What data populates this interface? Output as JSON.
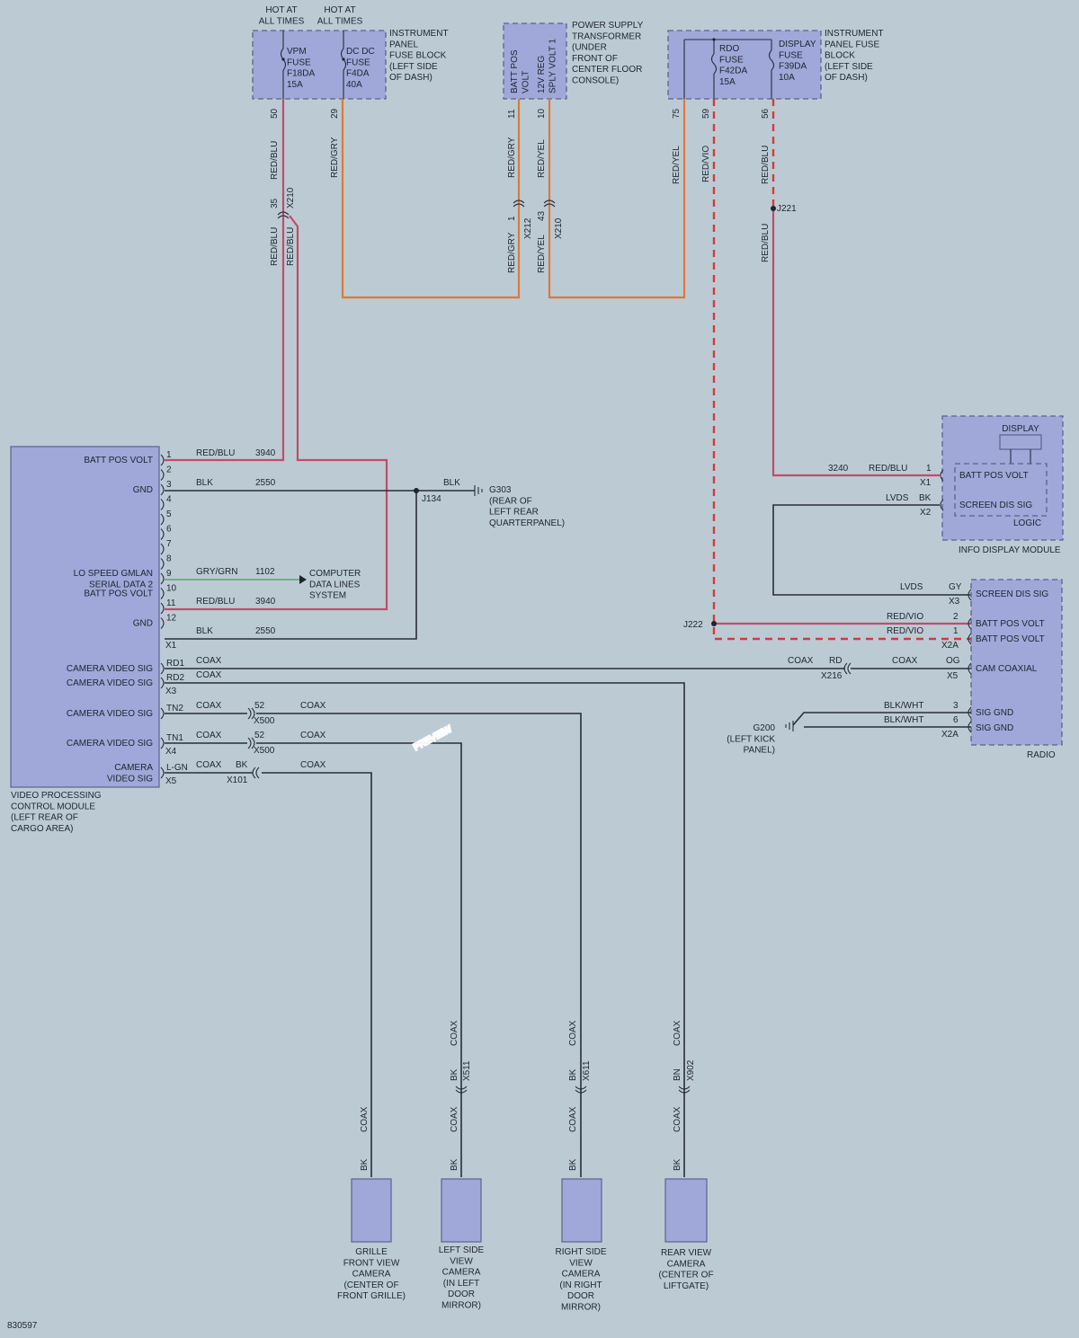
{
  "hot_label": "HOT AT\nALL TIMES",
  "ip_fuse_block": {
    "label": "INSTRUMENT\nPANEL\nFUSE BLOCK\n(LEFT SIDE\nOF DASH)",
    "fuse1": "VPM\nFUSE\nF18DA\n15A",
    "fuse2": "DC DC\nFUSE\nF4DA\n40A"
  },
  "pst": {
    "label": "POWER SUPPLY\nTRANSFORMER\n(UNDER\nFRONT OF\nCENTER FLOOR\nCONSOLE)",
    "pin1": "BATT POS\nVOLT",
    "pin2": "12V REG\nSPLY VOLT 1"
  },
  "ip_fuse_block2": {
    "label": "INSTRUMENT\nPANEL FUSE\nBLOCK\n(LEFT SIDE\nOF DASH)",
    "fuse1": "RDO\nFUSE\nF42DA\n15A",
    "fuse2": "DISPLAY\nFUSE\nF39DA\n10A"
  },
  "top_pins": {
    "p50": "50",
    "p29": "29",
    "p11": "11",
    "p10": "10",
    "p75": "75",
    "p59": "59",
    "p56": "56"
  },
  "wires": {
    "red_blu": "RED/BLU",
    "red_gry": "RED/GRY",
    "red_yel": "RED/YEL",
    "red_vio": "RED/VIO",
    "blk": "BLK",
    "gry_grn": "GRY/GRN",
    "coax": "COAX",
    "lvds": "LVDS",
    "blk_wht": "BLK/WHT",
    "bk": "BK",
    "bn": "BN",
    "gy": "GY",
    "rd": "RD",
    "og": "OG"
  },
  "inline": {
    "x210": "X210",
    "x212": "X212",
    "p35": "35",
    "p1": "1",
    "p43": "43",
    "j221": "J221",
    "j134": "J134",
    "j222": "J222",
    "g303": "G303\n(REAR OF\nLEFT REAR\nQUARTERPANEL)",
    "g200": "G200\n(LEFT KICK\nPANEL)",
    "x216": "X216",
    "x500": "X500",
    "x101": "X101",
    "x511": "X511",
    "x611": "X611",
    "x902": "X902",
    "p52": "52"
  },
  "circuits": {
    "c3940": "3940",
    "c2550": "2550",
    "c1102": "1102",
    "c3240": "3240"
  },
  "vpcm": {
    "label": "VIDEO PROCESSING\nCONTROL MODULE\n(LEFT REAR OF\nCARGO AREA)",
    "pins": [
      {
        "n": "1",
        "label": "BATT POS VOLT"
      },
      {
        "n": "2",
        "label": ""
      },
      {
        "n": "3",
        "label": "GND"
      },
      {
        "n": "4",
        "label": ""
      },
      {
        "n": "5",
        "label": ""
      },
      {
        "n": "6",
        "label": ""
      },
      {
        "n": "7",
        "label": ""
      },
      {
        "n": "8",
        "label": ""
      },
      {
        "n": "9",
        "label": "LO SPEED GMLAN\nSERIAL DATA 2"
      },
      {
        "n": "10",
        "label": "BATT POS VOLT"
      },
      {
        "n": "11",
        "label": ""
      },
      {
        "n": "12",
        "label": "GND"
      }
    ],
    "x1": "X1",
    "x3_pins": [
      {
        "n": "RD1",
        "label": "CAMERA VIDEO SIG"
      },
      {
        "n": "RD2",
        "label": "CAMERA VIDEO SIG"
      }
    ],
    "x3": "X3",
    "x4_pins": [
      {
        "n": "TN2",
        "label": "CAMERA VIDEO SIG"
      },
      {
        "n": "TN1",
        "label": "CAMERA VIDEO SIG"
      }
    ],
    "x4": "X4",
    "x5_pin": {
      "n": "L-GN",
      "label": "CAMERA\nVIDEO SIG"
    },
    "x5": "X5"
  },
  "computer_data": "COMPUTER\nDATA LINES\nSYSTEM",
  "info_display": {
    "label": "INFO DISPLAY MODULE",
    "display": "DISPLAY",
    "logic": "LOGIC",
    "batt": "BATT POS VOLT",
    "screen": "SCREEN DIS SIG",
    "x1": "X1",
    "x2": "X2",
    "p1": "1"
  },
  "radio": {
    "label": "RADIO",
    "screen": "SCREEN DIS SIG",
    "batt1": "BATT POS VOLT",
    "batt2": "BATT POS VOLT",
    "cam": "CAM COAXIAL",
    "sig1": "SIG GND",
    "sig2": "SIG GND",
    "x3": "X3",
    "x2a": "X2A",
    "x5": "X5",
    "p2": "2",
    "p1": "1",
    "p3": "3",
    "p6": "6"
  },
  "cameras": [
    {
      "label": "GRILLE\nFRONT VIEW\nCAMERA\n(CENTER OF\nFRONT GRILLE)"
    },
    {
      "label": "LEFT SIDE\nVIEW\nCAMERA\n(IN LEFT\nDOOR\nMIRROR)"
    },
    {
      "label": "RIGHT SIDE\nVIEW\nCAMERA\n(IN RIGHT\nDOOR\nMIRROR)"
    },
    {
      "label": "REAR VIEW\nCAMERA\n(CENTER OF\nLIFTGATE)"
    }
  ],
  "figure_id": "830597",
  "watermark": "PREVIEW"
}
